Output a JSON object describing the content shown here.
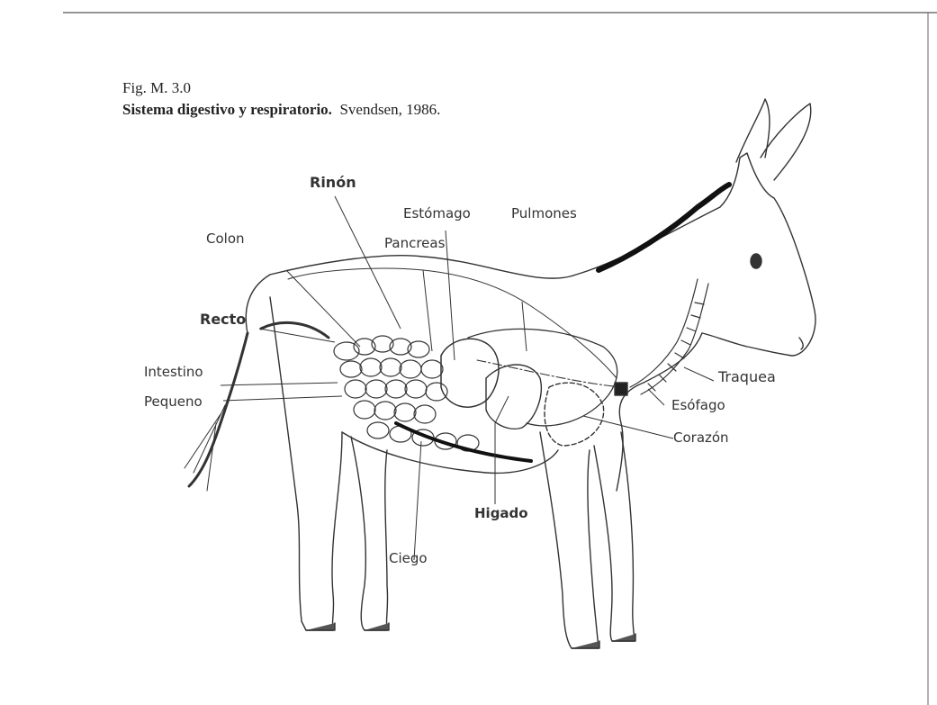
{
  "figure": {
    "number": "Fig. M. 3.0",
    "title_bold": "Sistema digestivo y respiratorio.",
    "title_source": "Svendsen, 1986."
  },
  "labels": {
    "rinon": "Rinón",
    "colon": "Colon",
    "estomago": "Estómago",
    "pulmones": "Pulmones",
    "pancreas": "Pancreas",
    "recto": "Recto",
    "intestino": "Intestino",
    "pequeno": "Pequeno",
    "traquea": "Traquea",
    "esofago": "Esófago",
    "corazon": "Corazón",
    "higado": "Higado",
    "ciego": "Ciego"
  }
}
